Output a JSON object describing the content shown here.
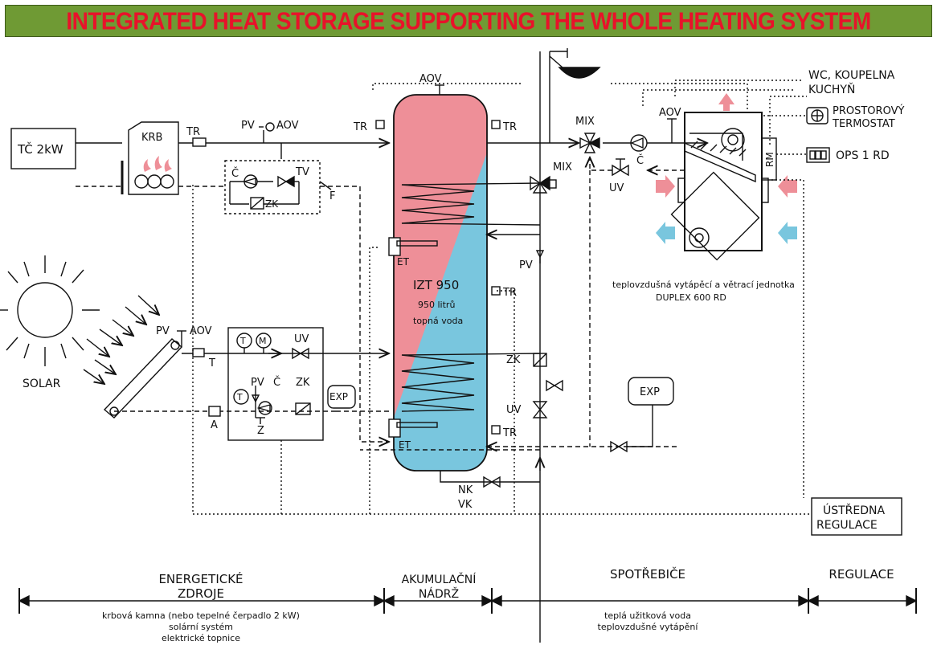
{
  "title": "INTEGRATED HEAT STORAGE SUPPORTING THE WHOLE HEATING SYSTEM",
  "colors": {
    "title_bg": "#6f9a34",
    "title_text": "#e8122a",
    "hot": "#ee8f98",
    "cold": "#79c6de"
  },
  "labels": {
    "tc": "TČ 2kW",
    "krb": "KRB",
    "tr": "TR",
    "pv": "PV",
    "aov": "AOV",
    "c": "Č",
    "tv": "TV",
    "zk": "ZK",
    "f": "F",
    "et": "ET",
    "izt": "IZT 950",
    "izt_liters": "950 litrů",
    "izt_water": "topná voda",
    "mix": "MIX",
    "uv": "UV",
    "nk": "NK",
    "vk": "VK",
    "exp": "EXP",
    "solar": "SOLAR",
    "t": "T",
    "a": "A",
    "z": "Z",
    "m": "M",
    "rm": "RM",
    "wc1": "WC, KOUPELNA",
    "wc2": "KUCHYŇ",
    "prost1": "PROSTOROVÝ",
    "prost2": "TERMOSTAT",
    "ops": "OPS 1 RD",
    "duplex1": "teplovzdušná vytápěcí a větrací jednotka",
    "duplex2": "DUPLEX 600 RD",
    "ustr1": "ÚSTŘEDNA",
    "ustr2": "REGULACE"
  },
  "bottom": {
    "energy1": "ENERGETICKÉ",
    "energy2": "ZDROJE",
    "energy_d1": "krbová kamna (nebo tepelné čerpadlo 2 kW)",
    "energy_d2": "solární systém",
    "energy_d3": "elektrické topnice",
    "akum1": "AKUMULAČNÍ",
    "akum2": "NÁDRŽ",
    "spot": "SPOTŘEBIČE",
    "spot_d1": "teplá užitková voda",
    "spot_d2": "teplovzdušné vytápění",
    "reg": "REGULACE"
  }
}
